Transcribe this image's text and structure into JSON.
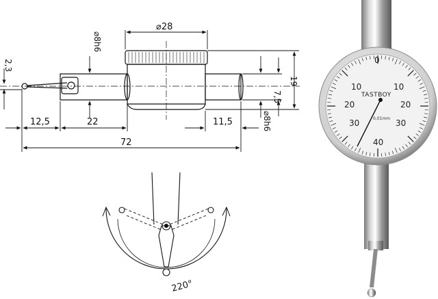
{
  "drawing": {
    "dims": {
      "d28": "⌀28",
      "d8h6_top": "⌀8h6",
      "d8h6_bottom": "⌀8h6",
      "d2_3": "2,3",
      "d19": "19",
      "d7_5": "7,5",
      "d12_5": "12,5",
      "d22": "22",
      "d11_5": "11,5",
      "d72": "72",
      "angle": "220°"
    }
  },
  "dial": {
    "brand": "TASTBOY",
    "resolution": "0,01mm",
    "numbers": {
      "top": "0",
      "left_10": "10",
      "right_10": "10",
      "left_20": "20",
      "right_20": "20",
      "left_30": "30",
      "right_30": "30",
      "bottom": "40"
    }
  }
}
